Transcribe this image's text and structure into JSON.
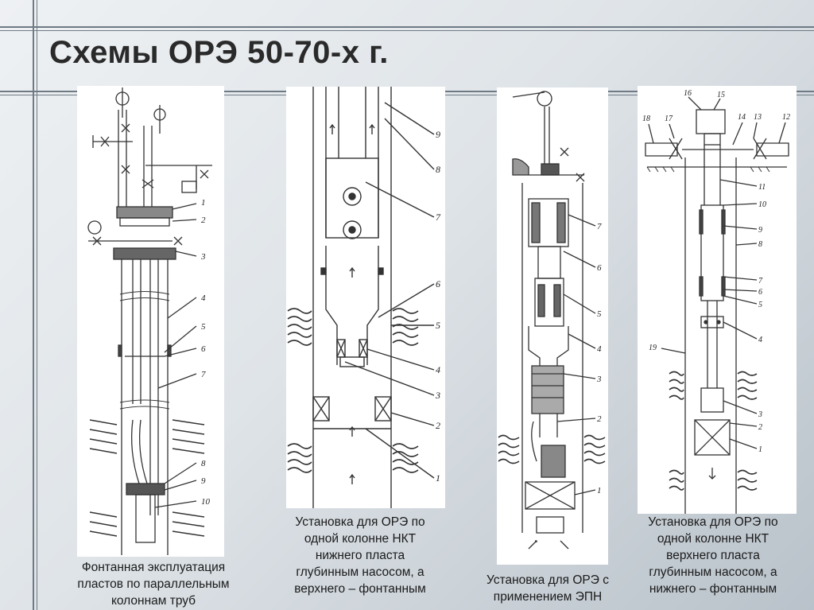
{
  "slide": {
    "title": "Схемы ОРЭ 50-70-х г."
  },
  "figures": [
    {
      "labels": [
        "1",
        "2",
        "3",
        "4",
        "5",
        "6",
        "7",
        "8",
        "9",
        "10"
      ],
      "caption": [
        "Фонтанная эксплуатация",
        "пластов по параллельным",
        "колоннам труб"
      ]
    },
    {
      "labels": [
        "9",
        "8",
        "7",
        "6",
        "5",
        "4",
        "3",
        "2",
        "1"
      ],
      "caption": [
        "Установка для ОРЭ по",
        "одной колонне НКТ",
        "нижнего пласта",
        "глубинным насосом, а",
        "верхнего – фонтанным"
      ]
    },
    {
      "labels": [
        "7",
        "6",
        "5",
        "4",
        "3",
        "2",
        "1"
      ],
      "caption": [
        "Установка для ОРЭ с",
        "применением ЭПН"
      ]
    },
    {
      "labels": [
        "16",
        "18",
        "17",
        "15",
        "14",
        "13",
        "12",
        "11",
        "10",
        "9",
        "8",
        "7",
        "6",
        "5",
        "4",
        "19",
        "3",
        "2",
        "1"
      ],
      "caption": [
        "Установка для ОРЭ по",
        "одной колонне НКТ",
        "верхнего пласта",
        "глубинным насосом, а",
        "нижнего – фонтанным"
      ]
    }
  ]
}
